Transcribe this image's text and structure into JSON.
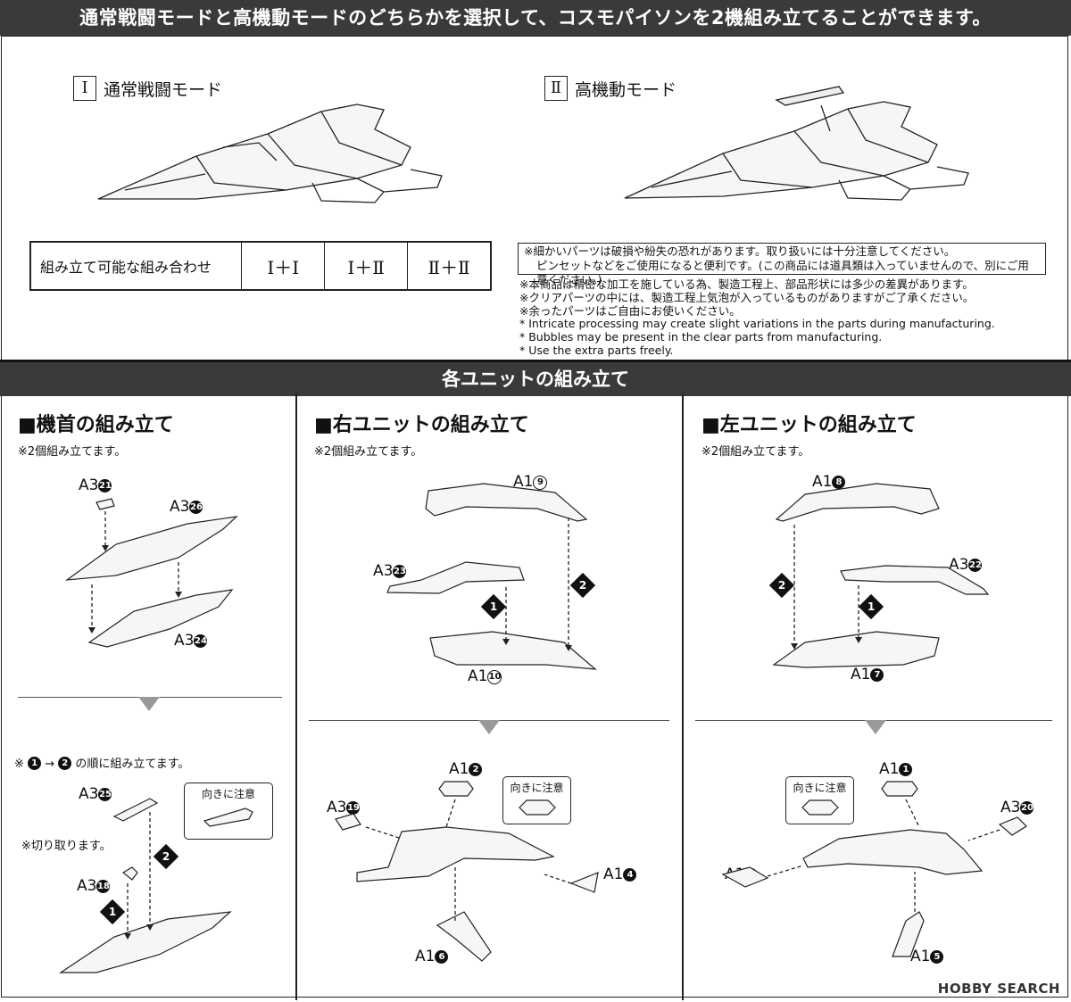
{
  "header": {
    "title": "通常戦闘モードと高機動モードのどちらかを選択して、コスモパイソンを2機組み立てることができます。"
  },
  "modes": [
    {
      "roman": "Ⅰ",
      "label": "通常戦闘モード"
    },
    {
      "roman": "Ⅱ",
      "label": "高機動モード"
    }
  ],
  "combo": {
    "label": "組み立て可能な組み合わせ",
    "options": [
      "Ⅰ＋Ⅰ",
      "Ⅰ＋Ⅱ",
      "Ⅱ＋Ⅱ"
    ]
  },
  "notebox": {
    "line1": "※細かいパーツは破損や紛失の恐れがあります。取り扱いには十分注意してください。",
    "line2": "ピンセットなどをご使用になると便利です。(この商品には道具類は入っていませんので、別にご用意ください。)"
  },
  "notes": [
    "※本商品は精密な加工を施している為、製造工程上、部品形状には多少の差異があります。",
    "※クリアパーツの中には、製造工程上気泡が入っているものがありますがご了承ください。",
    "※余ったパーツはご自由にお使いください。",
    "* Intricate processing may create slight variations in the parts during manufacturing.",
    "* Bubbles may be present in the clear parts from manufacturing.",
    "* Use the extra parts freely."
  ],
  "section": {
    "title": "各ユニットの組み立て"
  },
  "units": [
    {
      "title": "■機首の組み立て",
      "sub": "※2個組み立てます。",
      "top_parts": [
        {
          "prefix": "A3",
          "num": "21"
        },
        {
          "prefix": "A3",
          "num": "26"
        },
        {
          "prefix": "A3",
          "num": "24"
        }
      ],
      "order_note": {
        "mark": "※",
        "s1": "1",
        "arrow": "→",
        "s2": "2",
        "text": "の順に組み立てます。"
      },
      "bottom_parts": [
        {
          "prefix": "A3",
          "num": "25"
        },
        {
          "prefix": "A3",
          "num": "18"
        }
      ],
      "tip": "向きに注意",
      "cut_note": "※切り取ります。",
      "steps": [
        "1",
        "2"
      ]
    },
    {
      "title": "■右ユニットの組み立て",
      "sub": "※2個組み立てます。",
      "top_parts": [
        {
          "prefix": "A1",
          "num": "9"
        },
        {
          "prefix": "A3",
          "num": "23"
        },
        {
          "prefix": "A1",
          "num": "10"
        }
      ],
      "bottom_parts": [
        {
          "prefix": "A1",
          "num": "2"
        },
        {
          "prefix": "A3",
          "num": "19"
        },
        {
          "prefix": "A1",
          "num": "4"
        },
        {
          "prefix": "A1",
          "num": "6"
        }
      ],
      "tip": "向きに注意",
      "steps": [
        "1",
        "2"
      ]
    },
    {
      "title": "■左ユニットの組み立て",
      "sub": "※2個組み立てます。",
      "top_parts": [
        {
          "prefix": "A1",
          "num": "8"
        },
        {
          "prefix": "A3",
          "num": "22"
        },
        {
          "prefix": "A1",
          "num": "7"
        }
      ],
      "bottom_parts": [
        {
          "prefix": "A1",
          "num": "1"
        },
        {
          "prefix": "A3",
          "num": "20"
        },
        {
          "prefix": "A1",
          "num": "3"
        },
        {
          "prefix": "A1",
          "num": "5"
        }
      ],
      "tip": "向きに注意",
      "steps": [
        "1",
        "2"
      ]
    }
  ],
  "watermark": "HOBBY SEARCH"
}
